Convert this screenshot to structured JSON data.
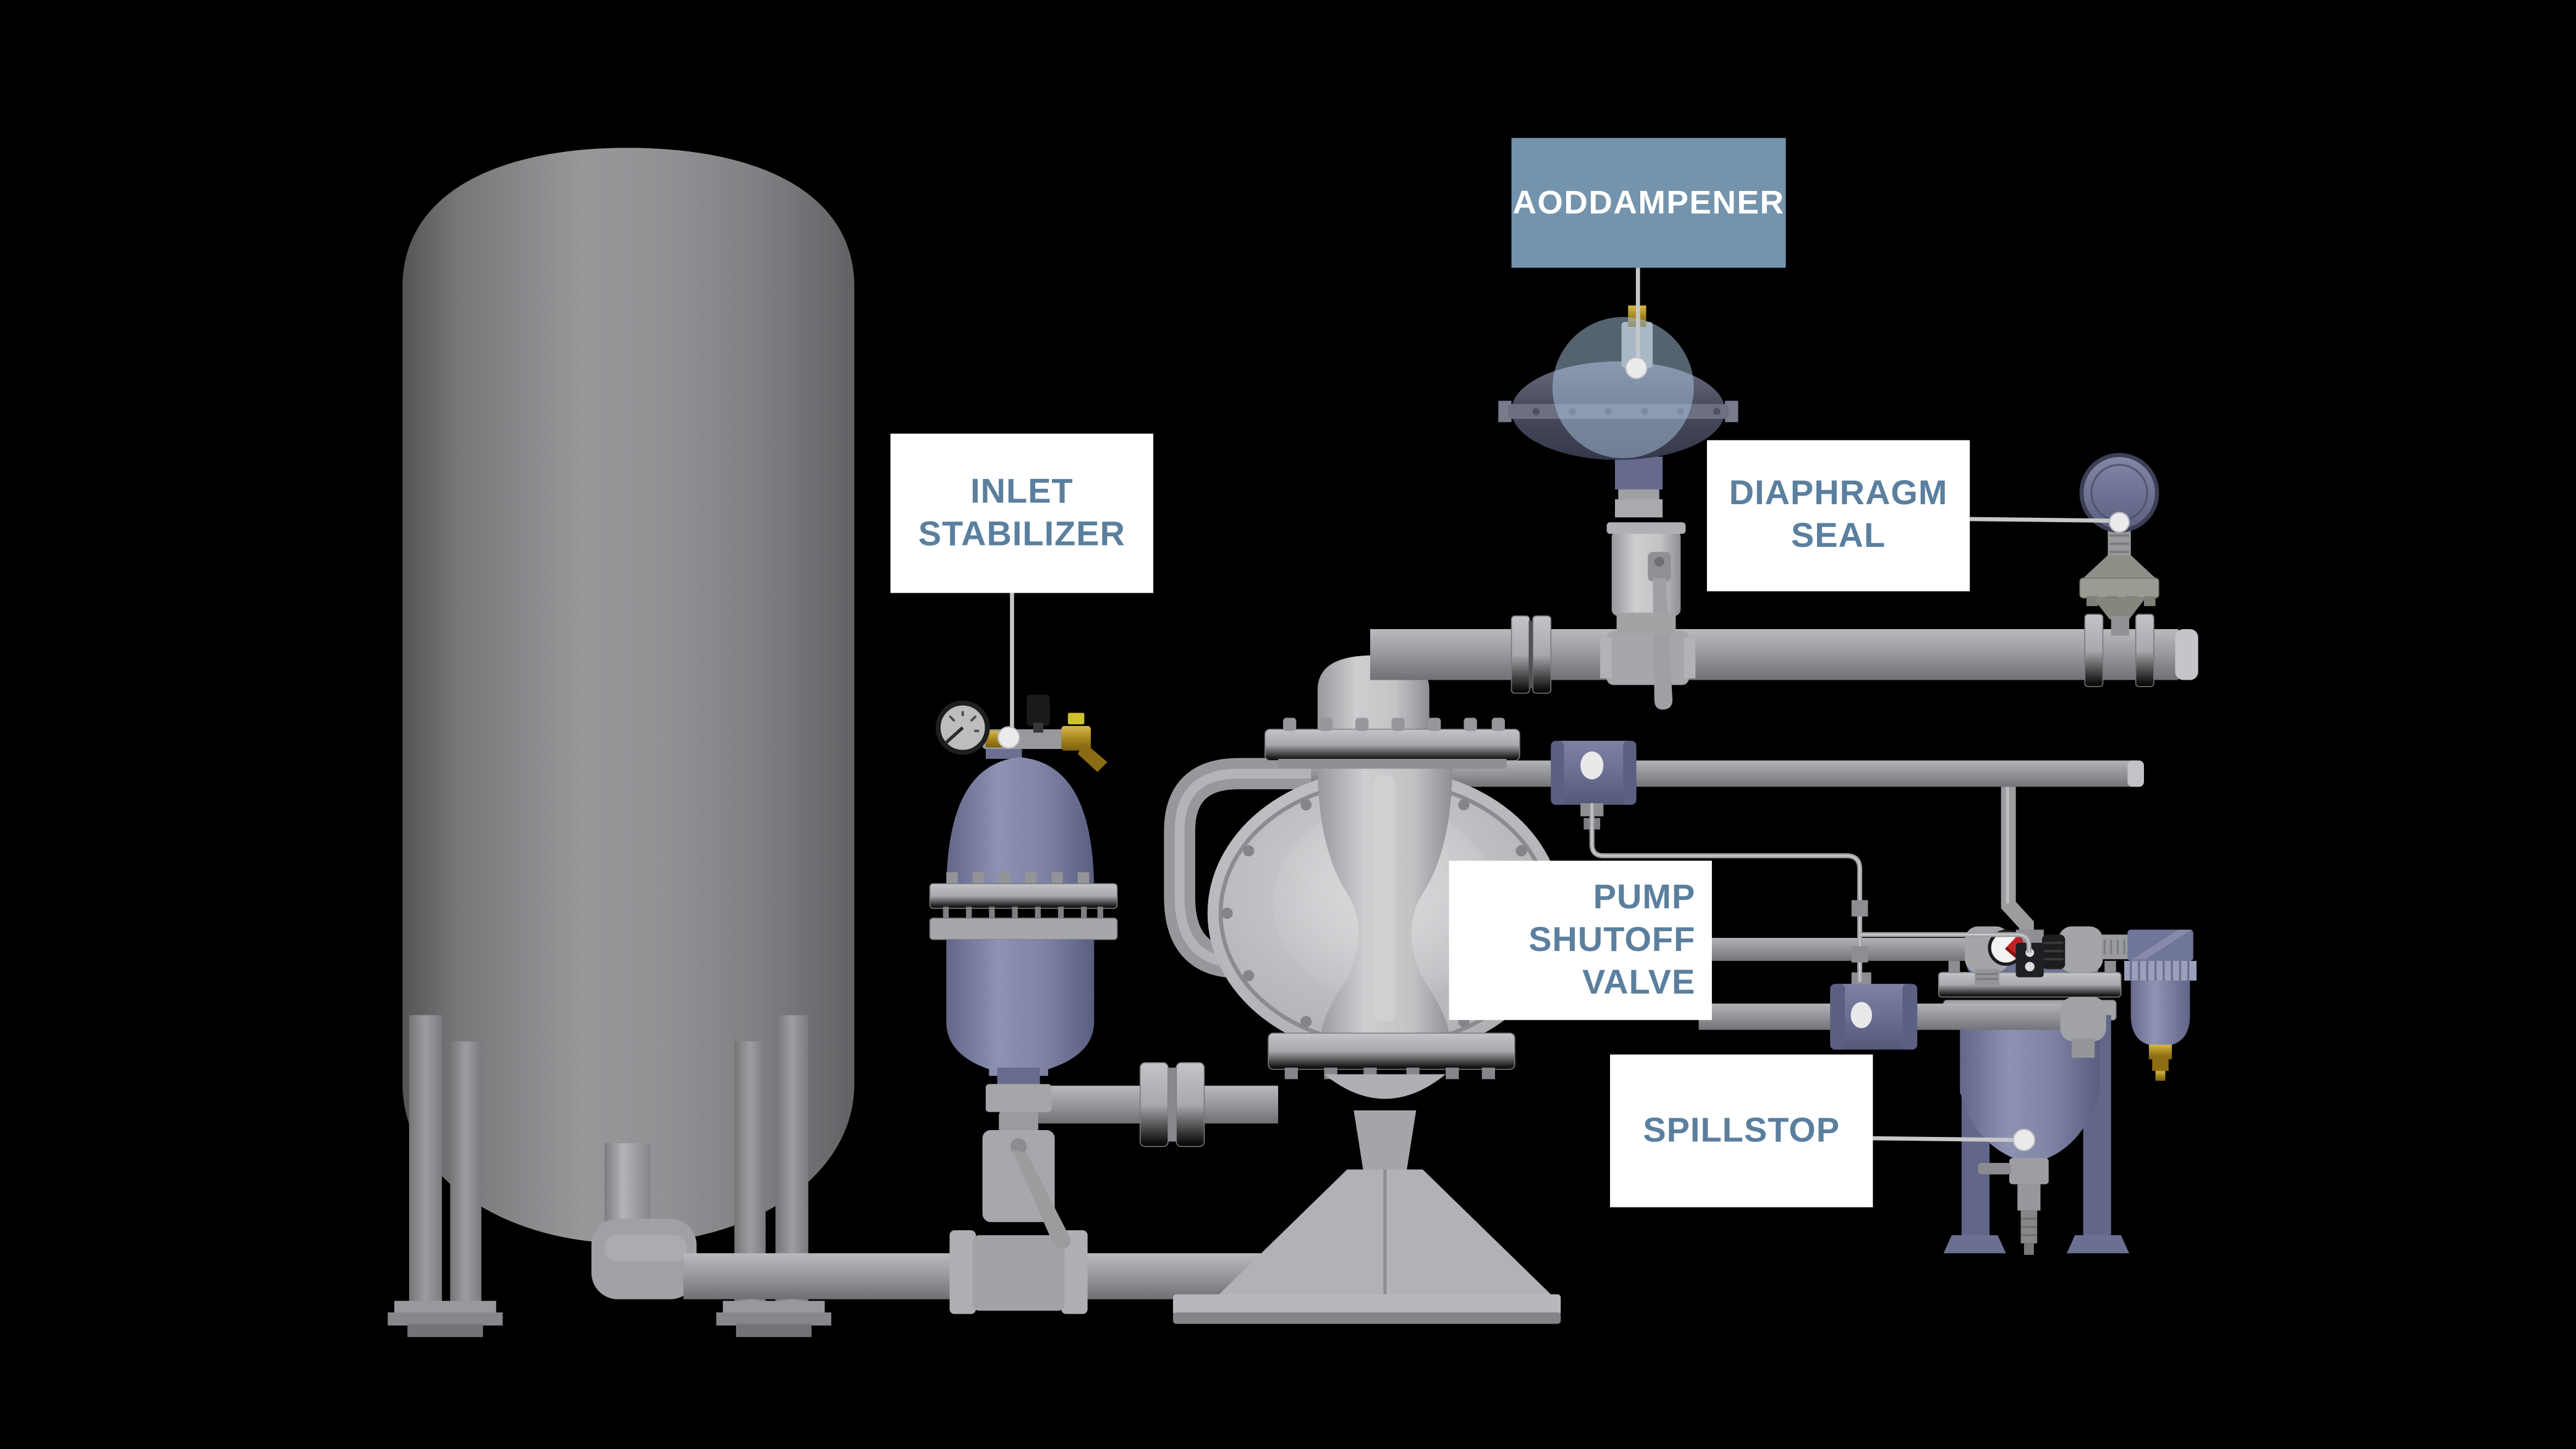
{
  "canvas": {
    "background": "#000000"
  },
  "palette": {
    "callout_blue_bg": "#7493ad",
    "callout_white_bg": "#ffffff",
    "callout_text_blue": "#5b7f9e",
    "callout_text_white": "#ffffff",
    "equipment_gray": "#9b9c9f",
    "equipment_purple": "#7a7fa1",
    "leader_line": "#c6c7c9",
    "brass": "#a8861f"
  },
  "callouts": {
    "aoddampener": {
      "label": "AODDAMPENER"
    },
    "inlet_stabilizer": {
      "line1": "INLET",
      "line2": "STABILIZER"
    },
    "diaphragm_seal": {
      "line1": "DIAPHRAGM",
      "line2": "SEAL"
    },
    "pump_shutoff_valve": {
      "line1": "PUMP",
      "line2": "SHUTOFF",
      "line3": "VALVE"
    },
    "spillstop": {
      "label": "SPILLSTOP"
    }
  }
}
